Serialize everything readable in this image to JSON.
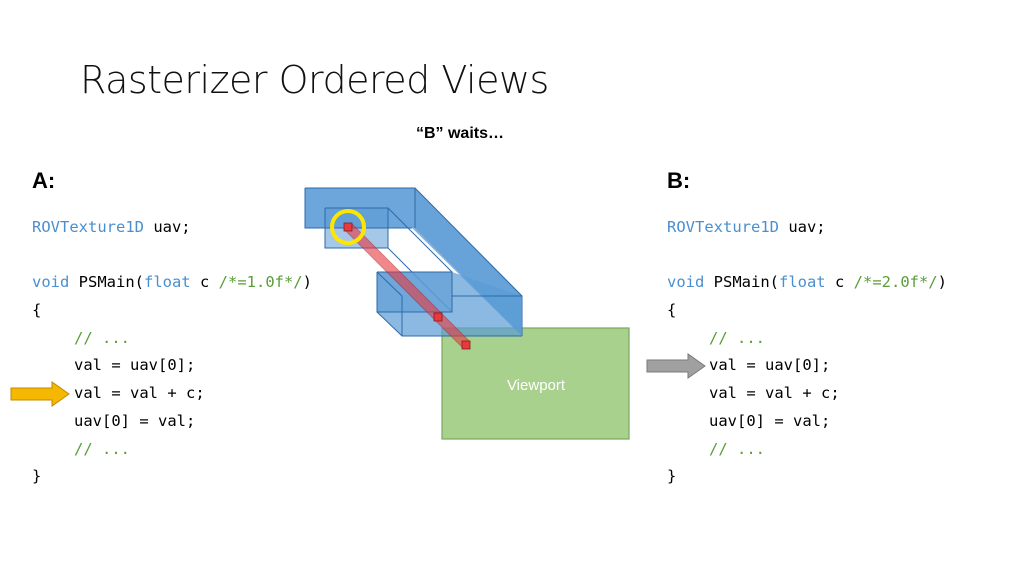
{
  "slide": {
    "title": "Rasterizer Ordered Views",
    "subtitle": "“B” waits…"
  },
  "panel_a": {
    "label": "A:",
    "lines": [
      {
        "parts": [
          {
            "t": "ROVTexture1D",
            "c": "kw"
          },
          {
            "t": " uav;",
            "c": ""
          }
        ]
      },
      {
        "parts": []
      },
      {
        "parts": [
          {
            "t": "void",
            "c": "kw"
          },
          {
            "t": " PSMain(",
            "c": ""
          },
          {
            "t": "float",
            "c": "kw"
          },
          {
            "t": " c ",
            "c": ""
          },
          {
            "t": "/*=1.0f*/",
            "c": "cm"
          },
          {
            "t": ")",
            "c": ""
          }
        ]
      },
      {
        "parts": [
          {
            "t": "{",
            "c": ""
          }
        ]
      },
      {
        "indent": true,
        "parts": [
          {
            "t": "// ...",
            "c": "cm"
          }
        ]
      },
      {
        "indent": true,
        "parts": [
          {
            "t": "val = uav[0];",
            "c": ""
          }
        ]
      },
      {
        "indent": true,
        "parts": [
          {
            "t": "val = val + c;",
            "c": ""
          }
        ]
      },
      {
        "indent": true,
        "parts": [
          {
            "t": "uav[0] = val;",
            "c": ""
          }
        ]
      },
      {
        "indent": true,
        "parts": [
          {
            "t": "// ...",
            "c": "cm"
          }
        ]
      },
      {
        "parts": [
          {
            "t": "}",
            "c": ""
          }
        ]
      }
    ],
    "arrow_line": 6,
    "arrow_color": "#f5b800"
  },
  "panel_b": {
    "label": "B:",
    "lines": [
      {
        "parts": [
          {
            "t": "ROVTexture1D",
            "c": "kw"
          },
          {
            "t": " uav;",
            "c": ""
          }
        ]
      },
      {
        "parts": []
      },
      {
        "parts": [
          {
            "t": "void",
            "c": "kw"
          },
          {
            "t": " PSMain(",
            "c": ""
          },
          {
            "t": "float",
            "c": "kw"
          },
          {
            "t": " c ",
            "c": ""
          },
          {
            "t": "/*=2.0f*/",
            "c": "cm"
          },
          {
            "t": ")",
            "c": ""
          }
        ]
      },
      {
        "parts": [
          {
            "t": "{",
            "c": ""
          }
        ]
      },
      {
        "indent": true,
        "parts": [
          {
            "t": "// ...",
            "c": "cm"
          }
        ]
      },
      {
        "indent": true,
        "parts": [
          {
            "t": "val = uav[0];",
            "c": ""
          }
        ]
      },
      {
        "indent": true,
        "parts": [
          {
            "t": "val = val + c;",
            "c": ""
          }
        ]
      },
      {
        "indent": true,
        "parts": [
          {
            "t": "uav[0] = val;",
            "c": ""
          }
        ]
      },
      {
        "indent": true,
        "parts": [
          {
            "t": "// ...",
            "c": "cm"
          }
        ]
      },
      {
        "parts": [
          {
            "t": "}",
            "c": ""
          }
        ]
      }
    ],
    "arrow_line": 5,
    "arrow_color": "#a0a0a0"
  },
  "diagram": {
    "viewport_label": "Viewport",
    "viewport_color": "#a9d18e",
    "volume_color": "#5b9bd5",
    "ray_color": "#e8393f",
    "highlight_color": "#ffe600"
  }
}
